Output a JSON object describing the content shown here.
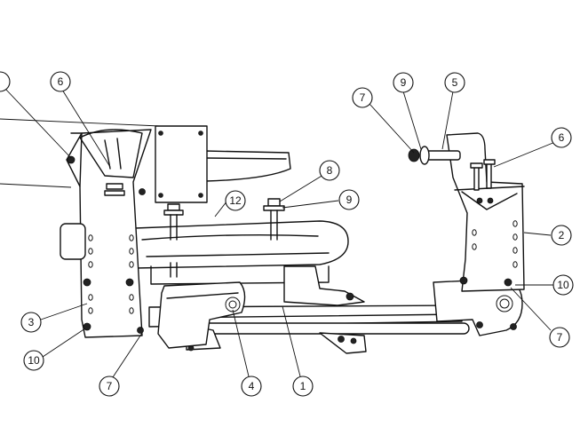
{
  "callouts": [
    {
      "label": ""
    },
    {
      "label": "6"
    },
    {
      "label": "9"
    },
    {
      "label": "5"
    },
    {
      "label": "7"
    },
    {
      "label": "6"
    },
    {
      "label": "8"
    },
    {
      "label": "12"
    },
    {
      "label": "9"
    },
    {
      "label": "2"
    },
    {
      "label": "10"
    },
    {
      "label": "7"
    },
    {
      "label": "3"
    },
    {
      "label": "10"
    },
    {
      "label": "7"
    },
    {
      "label": "4"
    },
    {
      "label": "1"
    }
  ]
}
